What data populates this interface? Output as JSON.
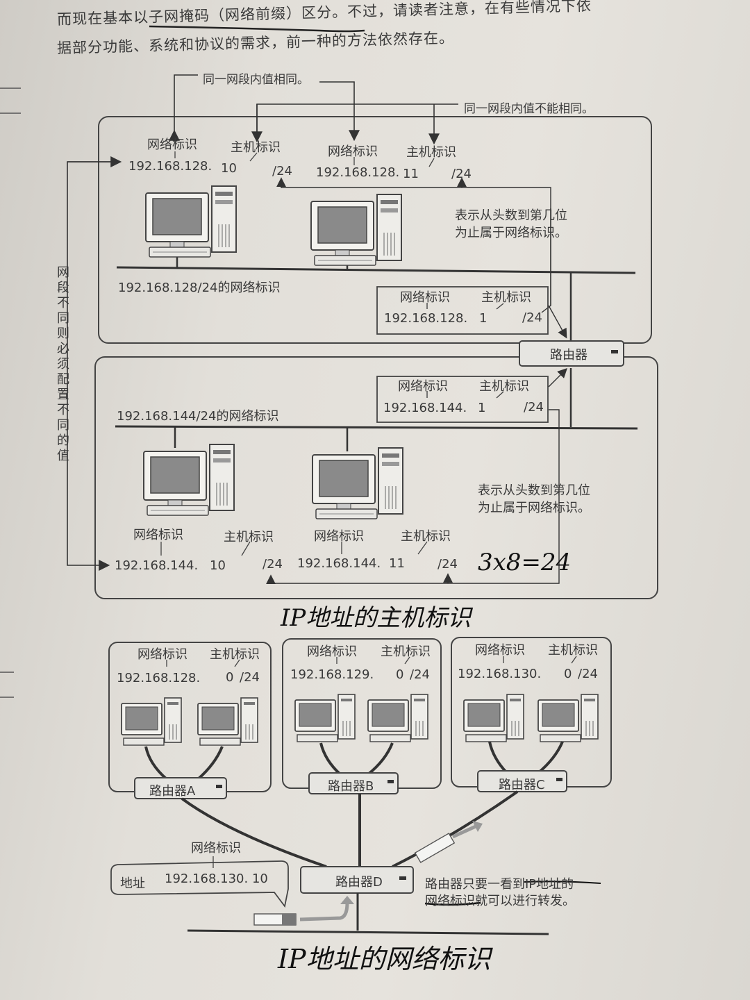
{
  "intro": {
    "line1": "而现在基本以子网掩码（网络前缀）区分。不过，请读者注意，在有些情况下依",
    "line2": "据部分功能、系统和协议的需求，前一种的方法依然存在。"
  },
  "callouts": {
    "same_value": "同一网段内值相同。",
    "diff_value": "同一网段内值不能相同。",
    "prefix_note_1a": "表示从头数到第几位",
    "prefix_note_1b": "为止属于网络标识。",
    "prefix_note_2a": "表示从头数到第几位",
    "prefix_note_2b": "为止属于网络标识。",
    "vertical_note": "网段不同则必须配置不同的值"
  },
  "labels": {
    "network_id": "网络标识",
    "host_id": "主机标识",
    "router": "路由器",
    "address": "地址"
  },
  "segment1": {
    "caption": "192.168.128/24的网络标识",
    "host1": {
      "net": "192.168.128.",
      "host": "10",
      "prefix": "/24"
    },
    "host2": {
      "net": "192.168.128.",
      "host": "11",
      "prefix": "/24"
    },
    "router_if": {
      "net": "192.168.128.",
      "host": "1",
      "prefix": "/24"
    }
  },
  "segment2": {
    "caption": "192.168.144/24的网络标识",
    "host1": {
      "net": "192.168.144.",
      "host": "10",
      "prefix": "/24"
    },
    "host2": {
      "net": "192.168.144.",
      "host": "11",
      "prefix": "/24"
    },
    "router_if": {
      "net": "192.168.144.",
      "host": "1",
      "prefix": "/24"
    }
  },
  "handwriting": {
    "calc": "3x8=24",
    "title_host": "IP地址的主机标识",
    "title_net": "IP地址的网络标识"
  },
  "lower": {
    "subnets": [
      {
        "net": "192.168.128.",
        "host": "0",
        "prefix": "/24",
        "router": "路由器A"
      },
      {
        "net": "192.168.129.",
        "host": "0",
        "prefix": "/24",
        "router": "路由器B"
      },
      {
        "net": "192.168.130.",
        "host": "0",
        "prefix": "/24",
        "router": "路由器C"
      }
    ],
    "router_d": "路由器D",
    "dest_label": "网络标识",
    "dest_address": "192.168.130. 10",
    "note_line1": "路由器只要一看到IP地址的",
    "note_line2": "网络标识就可以进行转发。"
  }
}
